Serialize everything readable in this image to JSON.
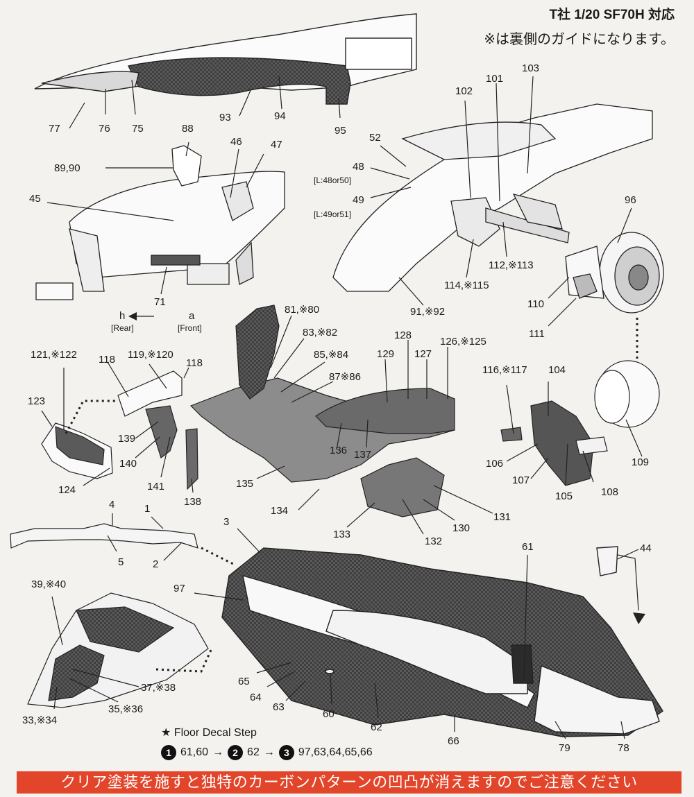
{
  "header": {
    "title": "T社 1/20  SF70H 対応",
    "note": "※は裏側のガイドになります。"
  },
  "parts": {
    "p77": "77",
    "p76": "76",
    "p75": "75",
    "p93": "93",
    "p94": "94",
    "p95": "95",
    "p88": "88",
    "p8990": "89,90",
    "p46": "46",
    "p47": "47",
    "p45": "45",
    "p71": "71",
    "p52": "52",
    "p48": "48",
    "p48n": "[L:48or50]",
    "p49": "49",
    "p49n": "[L:49or51]",
    "p102": "102",
    "p101": "101",
    "p103": "103",
    "p96": "96",
    "p112": "112,※113",
    "p114": "114,※115",
    "p91": "91,※92",
    "p110": "110",
    "p111": "111",
    "p81": "81,※80",
    "p83": "83,※82",
    "p85": "85,※84",
    "p87": "87※86",
    "p128": "128",
    "p129": "129",
    "p127": "127",
    "p126": "126,※125",
    "p136": "136",
    "p137": "137",
    "p135": "135",
    "p134": "134",
    "p133": "133",
    "p132": "132",
    "p130": "130",
    "p131": "131",
    "p121": "121,※122",
    "p118a": "118",
    "p119": "119,※120",
    "p118b": "118",
    "p123": "123",
    "p139": "139",
    "p140": "140",
    "p141": "141",
    "p124": "124",
    "p138": "138",
    "p116": "116,※117",
    "p104": "104",
    "p106": "106",
    "p107": "107",
    "p105": "105",
    "p108": "108",
    "p109": "109",
    "p4": "4",
    "p1": "1",
    "p5": "5",
    "p2": "2",
    "p3": "3",
    "p61": "61",
    "p44": "44",
    "p97": "97",
    "p3940": "39,※40",
    "p65": "65",
    "p64": "64",
    "p63": "63",
    "p60": "60",
    "p62": "62",
    "p66": "66",
    "p79": "79",
    "p78": "78",
    "p37": "37,※38",
    "p35": "35,※36",
    "p33": "33,※34"
  },
  "direction": {
    "rear_letter": "h",
    "front_letter": "a",
    "rear_label": "[Rear]",
    "front_label": "[Front]"
  },
  "floor_steps": {
    "title": "★ Floor Decal Step",
    "n1": "1",
    "s1": "61,60",
    "n2": "2",
    "s2": "62",
    "n3": "3",
    "s3": "97,63,64,65,66",
    "arrow": "→"
  },
  "banner": "クリア塗装を施すと独特のカーボンパターンの凹凸が消えますのでご注意ください",
  "colors": {
    "background": "#f4f2ef",
    "carbon": "#4a4a4a",
    "light_part": "#f8f8f8",
    "banner": "#e2452a"
  }
}
